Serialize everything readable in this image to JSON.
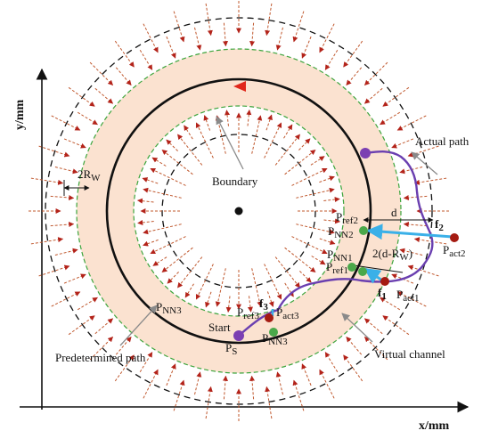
{
  "axes": {
    "y_label": "y/mm",
    "x_label": "x/mm"
  },
  "labels": {
    "actual_path": "Actual path",
    "boundary": "Boundary",
    "rw": "2R",
    "rw_sub": "W",
    "virtual_channel": "Virtual channel",
    "predetermined_path": "Predetermined path",
    "start": "Start",
    "ps": "P",
    "ps_sub": "S",
    "d": "d",
    "d_rw": "2(d-R",
    "d_rw_sub": "W",
    "d_rw_end": ")",
    "f1": "f",
    "f1_sub": "1",
    "f2": "f",
    "f2_sub": "2",
    "f3": "f",
    "f3_sub": "3",
    "pref2": "P",
    "pref2_sub": "ref2",
    "pnn2": "P",
    "pnn2_sub": "NN2",
    "pact2": "P",
    "pact2_sub": "act2",
    "pnn1": "P",
    "pnn1_sub": "NN1",
    "pref1": "P",
    "pref1_sub": "ref1",
    "pact1": "P",
    "pact1_sub": "act1",
    "pref3": "P",
    "pref3_sub": "ref3",
    "pact3": "P",
    "pact3_sub": "act3",
    "pnn3": "P",
    "pnn3_sub": "NN3",
    "pnn3_left": "P",
    "pnn3_left_sub": "NN3"
  },
  "colors": {
    "band": "#fbe2d0",
    "arrow": "#b3231a",
    "arrow_shaft": "#c0582e",
    "path": "#6a3fb0",
    "point_purple": "#7b3fb2",
    "point_red": "#a51b12",
    "point_green": "#4aa84a",
    "vector_blue": "#3ab0e8",
    "green_dash": "#3da53d",
    "black": "#111111"
  }
}
